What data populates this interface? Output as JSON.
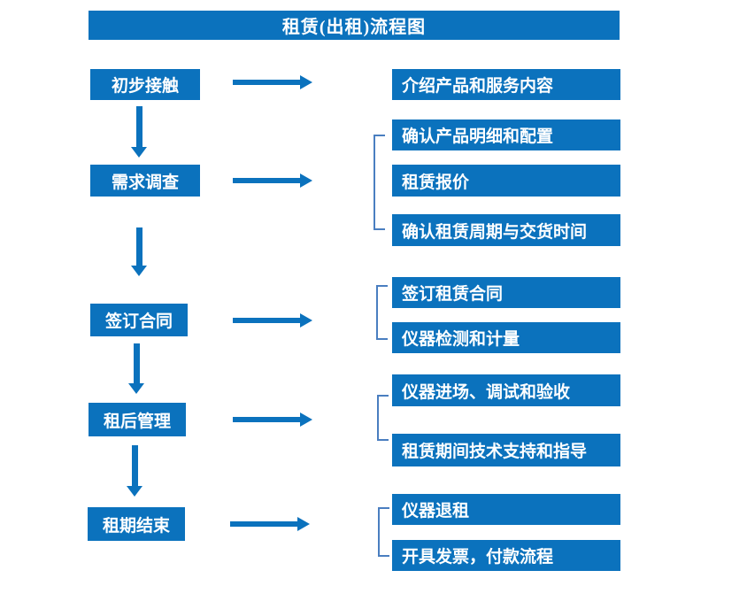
{
  "title": "租赁(出租)流程图",
  "colors": {
    "primary": "#0b72bd",
    "bracket": "#4a7ec0",
    "box_text": "#ffffff",
    "background": "#ffffff"
  },
  "steps": [
    {
      "label": "初步接触",
      "details": [
        "介绍产品和服务内容"
      ]
    },
    {
      "label": "需求调查",
      "details": [
        "确认产品明细和配置",
        "租赁报价",
        "确认租赁周期与交货时间"
      ]
    },
    {
      "label": "签订合同",
      "details": [
        "签订租赁合同",
        "仪器检测和计量"
      ]
    },
    {
      "label": "租后管理",
      "details": [
        "仪器进场、调试和验收",
        "租赁期间技术支持和指导"
      ]
    },
    {
      "label": "租期结束",
      "details": [
        "仪器退租",
        "开具发票，付款流程"
      ]
    }
  ]
}
